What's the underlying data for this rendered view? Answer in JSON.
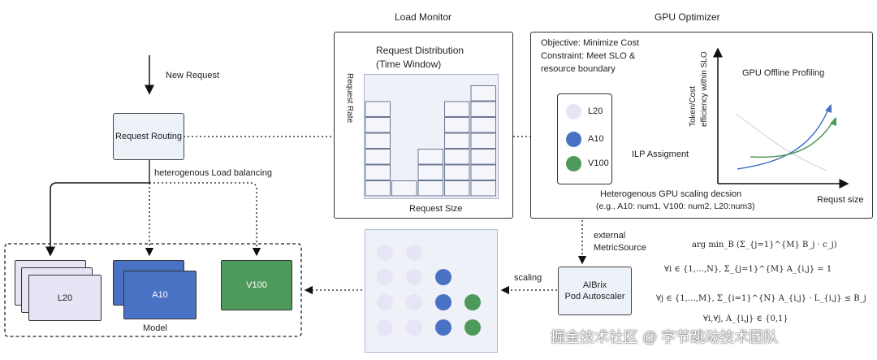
{
  "new_request": "New Request",
  "request_routing": "Request Routing",
  "load_balancing": "heterogenous Load balancing",
  "load_monitor": {
    "title": "Load Monitor",
    "chart_title_line1": "Request Distribution",
    "chart_title_line2": "(Time Window)",
    "ylabel": "Request Rate",
    "xlabel": "Request Size"
  },
  "chart_data": {
    "type": "bar",
    "title": "Request Distribution (Time Window)",
    "xlabel": "Request Size",
    "ylabel": "Request Rate",
    "categories": [
      "",
      "",
      "",
      "",
      ""
    ],
    "values": [
      6,
      1,
      3,
      6,
      7
    ]
  },
  "gpu_optimizer": {
    "title": "GPU Optimizer",
    "objective": "Objective: Minimize Cost",
    "constraint_line1": "Constraint: Meet SLO &",
    "constraint_line2": "resource boundary",
    "gpus": [
      {
        "label": "L20",
        "color": "#e6e4f5"
      },
      {
        "label": "A10",
        "color": "#4a72c4"
      },
      {
        "label": "V100",
        "color": "#4e9a5a"
      }
    ],
    "ilp": "ILP Assigment",
    "profiling_title": "GPU Offline Profiling",
    "profiling_ylabel_line1": "Token/Cost",
    "profiling_ylabel_line2": "efficiency within SLO",
    "profiling_xlabel": "Requst size",
    "scaling_line1": "Heterogenous GPU scaling decsion",
    "scaling_line2": "(e.g., A10: num1, V100: num2, L20:num3)"
  },
  "external_line1": "external",
  "external_line2": "MetricSource",
  "autoscaler_line1": "AIBrix",
  "autoscaler_line2": "Pod Autoscaler",
  "scaling": "scaling",
  "model": {
    "label": "Model",
    "cards": [
      {
        "label": "L20",
        "color": "#e6e4f5"
      },
      {
        "label": "A10",
        "color": "#4a72c4"
      },
      {
        "label": "V100",
        "color": "#4e9a5a"
      }
    ]
  },
  "colors": {
    "l20": "#e6e4f5",
    "a10": "#4a72c4",
    "v100": "#4e9a5a"
  },
  "formulas": {
    "f1": "arg min_B (Σ_{j=1}^{M} B_j · c_j)",
    "f2": "∀i ∈ {1,…,N},  Σ_{j=1}^{M} A_{i,j} = 1",
    "f3": "∀j ∈ {1,…,M},  Σ_{i=1}^{N} A_{i,j} · L_{i,j} ≤ B_j",
    "f4": "∀i,∀j,   A_{i,j} ∈ {0,1}"
  },
  "watermark": "掘金技术社区 @ 字节跳动技术团队"
}
